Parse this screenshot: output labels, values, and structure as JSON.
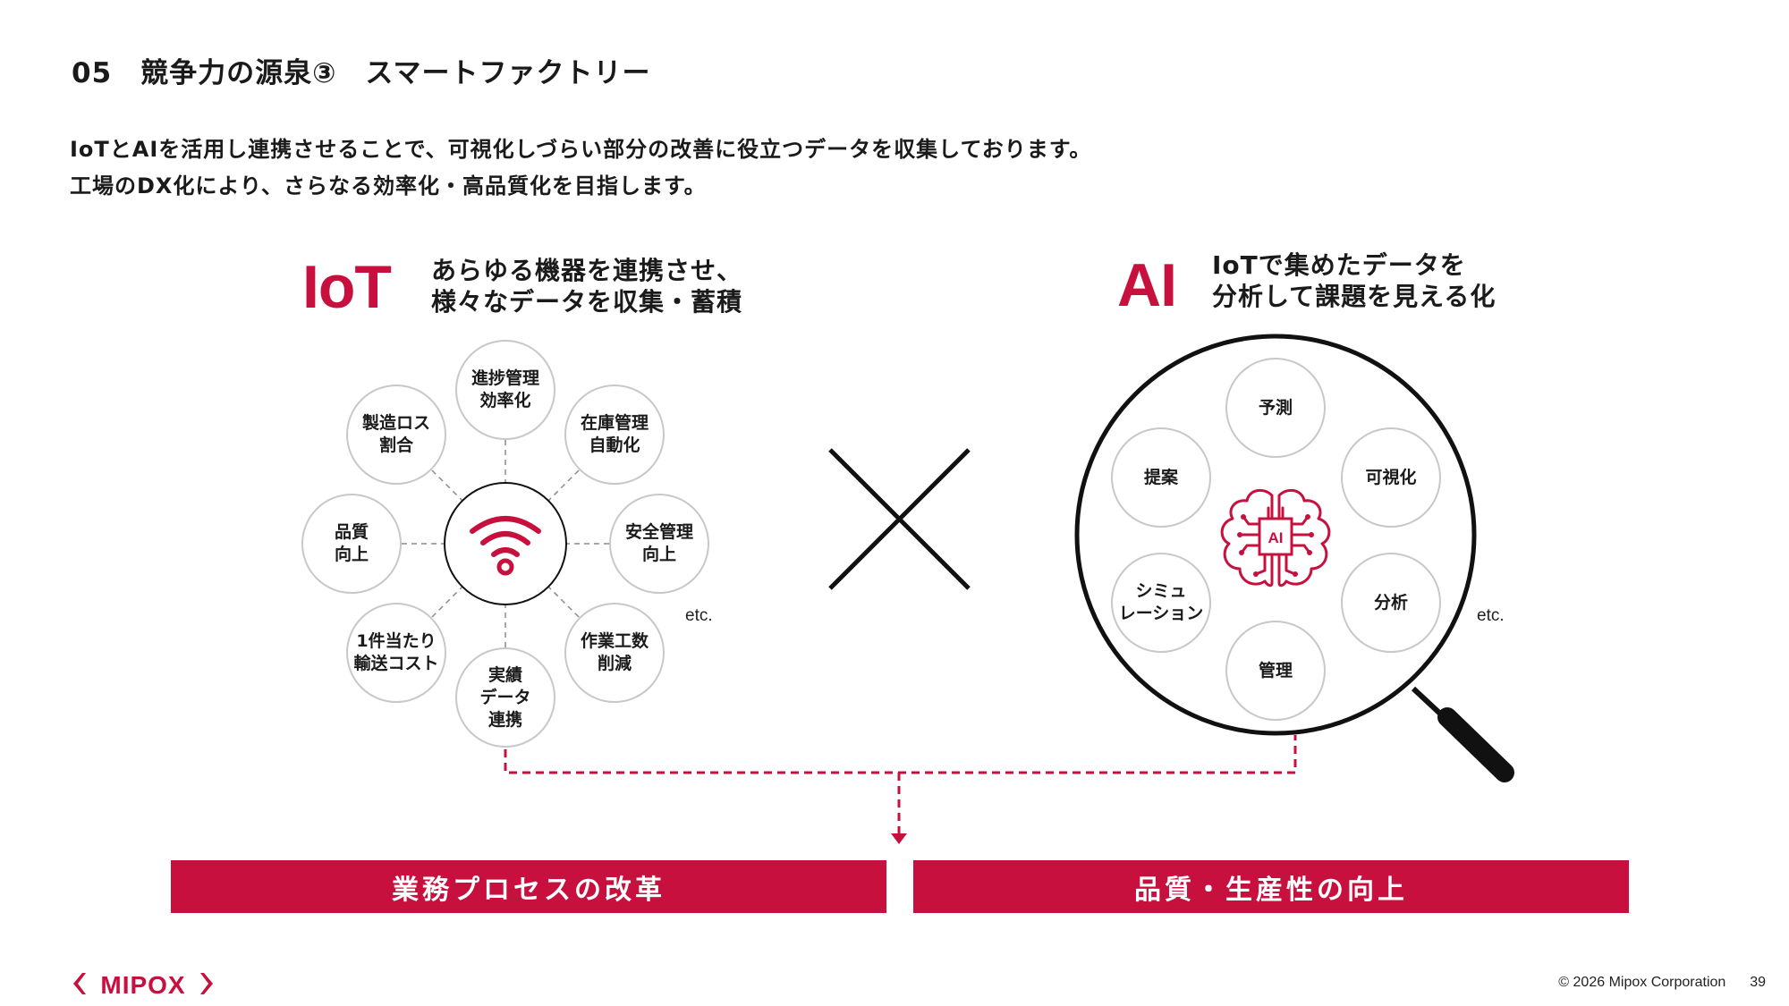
{
  "slide": {
    "title": "05　競争力の源泉③　スマートファクトリー",
    "lead": [
      "IoTとAIを活用し連携させることで、可視化しづらい部分の改善に役立つデータを収集しております。",
      "工場のDX化により、さらなる効率化・高品質化を目指します。"
    ],
    "page_number": "39",
    "copyright": "© 2026 Mipox Corporation",
    "logo_text": "MIPOX",
    "accent_color": "#c8103e"
  },
  "iot": {
    "label": "IoT",
    "caption": [
      "あらゆる機器を連携させ、",
      "様々なデータを収集・蓄積"
    ],
    "hub_icon": "wifi-icon",
    "nodes": [
      {
        "id": "progress",
        "text": "進捗管理\n効率化"
      },
      {
        "id": "inventory",
        "text": "在庫管理\n自動化"
      },
      {
        "id": "safety",
        "text": "安全管理\n向上"
      },
      {
        "id": "workload",
        "text": "作業工数\n削減"
      },
      {
        "id": "results",
        "text": "実績\nデータ\n連携"
      },
      {
        "id": "transport",
        "text": "1件当たり\n輸送コスト"
      },
      {
        "id": "quality",
        "text": "品質\n向上"
      },
      {
        "id": "loss",
        "text": "製造ロス\n割合"
      }
    ],
    "etc": "etc."
  },
  "cross_icon": "multiply-icon",
  "ai": {
    "label": "AI",
    "caption": [
      "IoTで集めたデータを",
      "分析して課題を見える化"
    ],
    "center_icon": "ai-brain-icon",
    "center_text": "AI",
    "lens_icon": "magnifier-icon",
    "nodes": [
      {
        "id": "forecast",
        "text": "予測"
      },
      {
        "id": "visualize",
        "text": "可視化"
      },
      {
        "id": "analysis",
        "text": "分析"
      },
      {
        "id": "management",
        "text": "管理"
      },
      {
        "id": "simulation",
        "text": "シミュ\nレーション"
      },
      {
        "id": "proposal",
        "text": "提案"
      }
    ],
    "etc": "etc."
  },
  "outcomes": {
    "left": "業務プロセスの改革",
    "right": "品質・生産性の向上"
  }
}
